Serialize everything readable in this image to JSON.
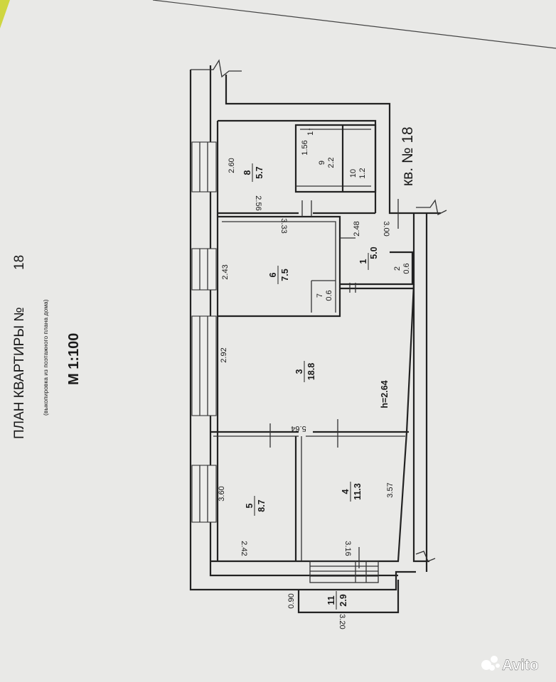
{
  "header": {
    "title": "ПЛАН КВАРТИРЫ №",
    "number": "18",
    "subtitle": "(выкопировка из поэтажного плана дома)",
    "scale": "М 1:100"
  },
  "apartment_label": "кв. № 18",
  "ceiling_height": "h=2.64",
  "rooms": [
    {
      "id": "1",
      "area": "5.0"
    },
    {
      "id": "2",
      "area": "0.6"
    },
    {
      "id": "3",
      "area": "18.8"
    },
    {
      "id": "4",
      "area": "11.3"
    },
    {
      "id": "5",
      "area": "8.7"
    },
    {
      "id": "6",
      "area": "7.5"
    },
    {
      "id": "7",
      "area": "0.6"
    },
    {
      "id": "8",
      "area": "5.7"
    },
    {
      "id": "9",
      "area": "2.2"
    },
    {
      "id": "10",
      "area": "1.2"
    },
    {
      "id": "11",
      "area": "2.9"
    }
  ],
  "dimensions": {
    "d_2_60": "2.60",
    "d_2_56": "2.56",
    "d_1_56": "1.56",
    "d_3_33": "3.33",
    "d_2_48": "2.48",
    "d_3_00": "3.00",
    "d_2_43": "2.43",
    "d_2_92": "2.92",
    "d_5_64": "5.64",
    "d_3_60": "3.60",
    "d_3_57": "3.57",
    "d_2_42": "2.42",
    "d_3_16": "3.16",
    "d_0_90": "0.90",
    "d_3_20": "3.20"
  },
  "stair_label": "1↑",
  "watermark": "Avito"
}
